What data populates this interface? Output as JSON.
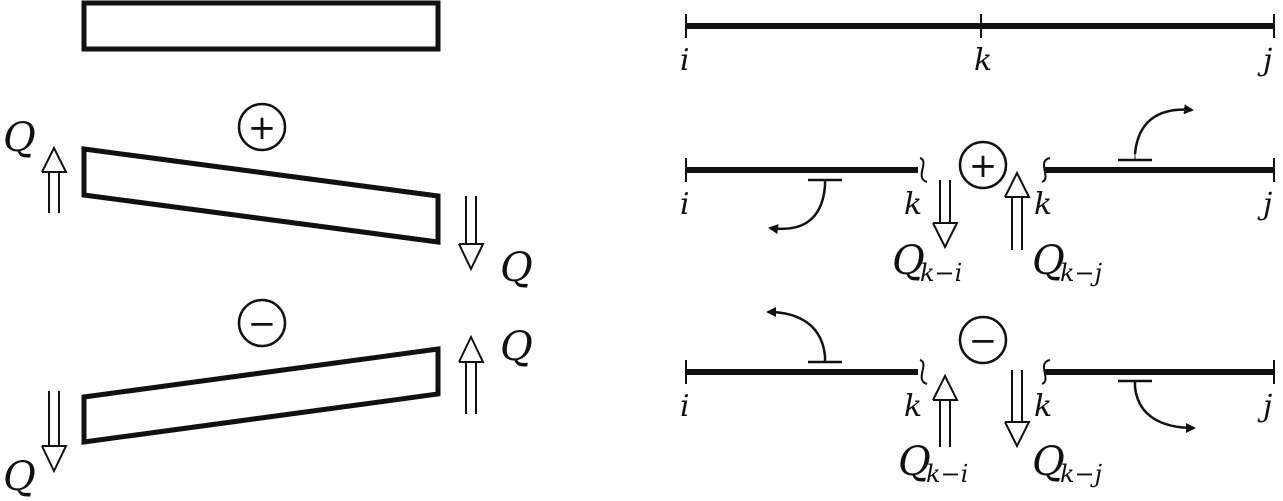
{
  "diagram": {
    "shear_label": "Q",
    "plus_sign": "+",
    "minus_sign": "−",
    "node_i": "i",
    "node_k": "k",
    "node_j": "j",
    "sub_left": "k−i",
    "sub_right": "k−j"
  },
  "colors": {
    "ink": "#111111",
    "background": "#ffffff"
  }
}
